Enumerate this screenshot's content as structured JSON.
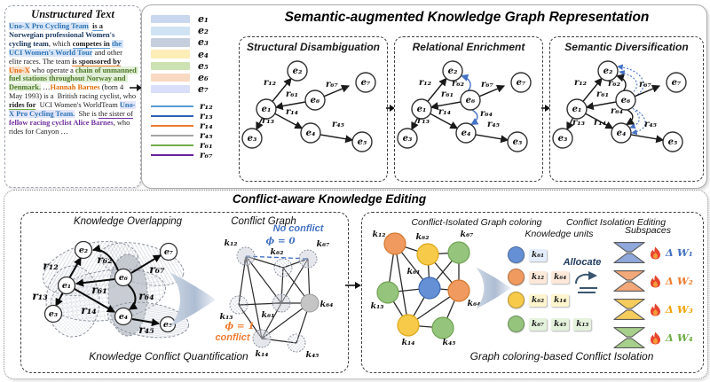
{
  "unstructured": {
    "title": "Unstructured Text",
    "segments": [
      {
        "t": "Uno-X Pro Cycling Team",
        "s": "hl-blue"
      },
      {
        "t": "  ",
        "s": "plain"
      },
      {
        "t": "is a",
        "s": "ul-blue"
      },
      {
        "t": " ",
        "s": "plain"
      },
      {
        "t": "Norwegian professional Women's cycling team",
        "s": "bold-navy"
      },
      {
        "t": ", which ",
        "s": "plain"
      },
      {
        "t": "competes in",
        "s": "ul-blue"
      },
      {
        "t": " ",
        "s": "plain"
      },
      {
        "t": "the UCI Women's World Tour",
        "s": "hl-blue"
      },
      {
        "t": " and other elite races. The team ",
        "s": "plain"
      },
      {
        "t": "is sponsored by",
        "s": "ul-orange"
      },
      {
        "t": "  ",
        "s": "plain"
      },
      {
        "t": "Uno-X",
        "s": "hl-orange"
      },
      {
        "t": " who ",
        "s": "plain"
      },
      {
        "t": "operate a",
        "s": "ul-dark"
      },
      {
        "t": " ",
        "s": "plain"
      },
      {
        "t": "chain of unmanned fuel stations throughout Norway and Denmark.",
        "s": "hl-green"
      },
      {
        "t": " …",
        "s": "plain"
      },
      {
        "t": "Hannah Barnes",
        "s": "bold-orange"
      },
      {
        "t": " (born 4 May 1993) is a  British racing cyclist, who ",
        "s": "plain"
      },
      {
        "t": "rides for",
        "s": "ul-green"
      },
      {
        "t": "  UCI Women's WorldTeam ",
        "s": "plain"
      },
      {
        "t": "Uno-X Pro Cycling Team.",
        "s": "hl-lav"
      },
      {
        "t": "  She is ",
        "s": "plain"
      },
      {
        "t": "the sister of",
        "s": "ul-purple"
      },
      {
        "t": " ",
        "s": "plain"
      },
      {
        "t": "fellow racing cyclist Alice Barnes",
        "s": "bold-purple"
      },
      {
        "t": ", who rides for Canyon …",
        "s": "plain"
      }
    ]
  },
  "legend": {
    "entities": [
      {
        "label": "e₁",
        "color": "#c9d7ef"
      },
      {
        "label": "e₂",
        "color": "#cfe3f3"
      },
      {
        "label": "e₃",
        "color": "#c5cedd"
      },
      {
        "label": "e₄",
        "color": "#fdeeb8"
      },
      {
        "label": "e₅",
        "color": "#cde2b2"
      },
      {
        "label": "e₆",
        "color": "#f8d9c1"
      },
      {
        "label": "e₇",
        "color": "#d9defa"
      }
    ],
    "relations": [
      {
        "label": "r₁₂",
        "color": "#5b9bd5"
      },
      {
        "label": "r₁₃",
        "color": "#2e62b8"
      },
      {
        "label": "r₁₄",
        "color": "#ed7d31"
      },
      {
        "label": "r₄₅",
        "color": "#a5a5a5"
      },
      {
        "label": "r₆₁",
        "color": "#70ad47"
      },
      {
        "label": "r₆₇",
        "color": "#6a1f9e"
      }
    ]
  },
  "top": {
    "title": "Semantic-augmented Knowledge Graph Representation",
    "panel1": "Structural Disambiguation",
    "panel2": "Relational Enrichment",
    "panel3": "Semantic Diversification"
  },
  "labels": {
    "e": [
      "e₁",
      "e₂",
      "e₃",
      "e₄",
      "e₅",
      "e₆",
      "e₇"
    ],
    "r": {
      "r12": "r₁₂",
      "r13": "r₁₃",
      "r14": "r₁₄",
      "r45": "r₄₅",
      "r61": "r₆₁",
      "r62": "r₆₂",
      "r64": "r₆₄",
      "r67": "r₆₇"
    },
    "k": {
      "k12": "k₁₂",
      "k13": "k₁₃",
      "k14": "k₁₄",
      "k45": "k₄₅",
      "k61": "k₆₁",
      "k62": "k₆₂",
      "k64": "k₆₄",
      "k67": "k₆₇"
    }
  },
  "palette": {
    "blue": "#6590d6",
    "orange": "#f09a60",
    "yellow": "#f7ca49",
    "green": "#95c47d"
  },
  "bottom": {
    "title": "Conflict-aware Knowledge Editing",
    "left": {
      "overlap_title": "Knowledge Overlapping",
      "conflict_title": "Conflict Graph",
      "no_conflict": "No conflict",
      "phi0": "ϕ = 0",
      "phi1": "ϕ = 1",
      "conflict_word": "conflict",
      "caption": "Knowledge Conflict Quantification"
    },
    "right": {
      "coloring_title": "Conflict-Isolated Graph coloring",
      "editing_title": "Conflict Isolation Editing",
      "units_title": "Knowledge units",
      "subspaces_title": "Subspaces",
      "allocate": "Allocate",
      "caption": "Graph coloring-based Conflict Isolation",
      "unit_rows": [
        {
          "color": "#6590d6",
          "chip_bg": "#e4edfb",
          "chips": [
            "k₆₁"
          ]
        },
        {
          "color": "#f09a60",
          "chip_bg": "#fde9da",
          "chips": [
            "k₁₂",
            "k₆₄"
          ]
        },
        {
          "color": "#f7ca49",
          "chip_bg": "#fdf5cd",
          "chips": [
            "k₆₂",
            "k₁₄"
          ]
        },
        {
          "color": "#95c47d",
          "chip_bg": "#e4f2dc",
          "chips": [
            "k₆₇",
            "k₄₅",
            "k₁₃"
          ]
        }
      ],
      "subspaces": [
        {
          "dw": "Δ W₁",
          "color": "#8fa8dc",
          "text_color": "#4472c4"
        },
        {
          "dw": "Δ W₂",
          "color": "#f2a879",
          "text_color": "#ed7d31"
        },
        {
          "dw": "Δ W₃",
          "color": "#f6cd5c",
          "text_color": "#f2a20d"
        },
        {
          "dw": "Δ W₄",
          "color": "#a8d08d",
          "text_color": "#70ad47"
        }
      ]
    }
  }
}
